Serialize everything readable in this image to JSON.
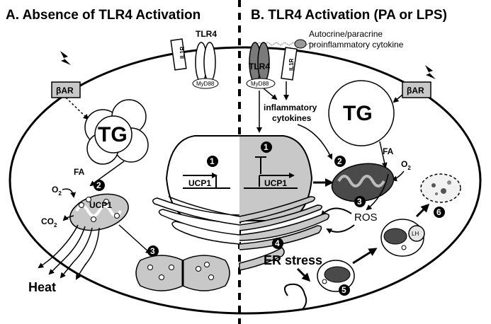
{
  "panel_a": {
    "title": "A. Absence of TLR4 Activation",
    "tlr4": "TLR4",
    "il1r": "IL1R",
    "myd88": "MyD88",
    "bar": "βAR",
    "tg": "TG",
    "fa": "FA",
    "o2": "O",
    "co2": "CO",
    "two": "2",
    "ucp1_mito": "UCP1",
    "ucp1_nucleus": "UCP1",
    "heat": "Heat",
    "step1": "1",
    "step2": "2",
    "step3": "3"
  },
  "panel_b": {
    "title": "B. TLR4 Activation (PA or LPS)",
    "cytokine": "Autocrine/paracrine\nproinflammatory cytokine",
    "cytokine_l1": "Autocrine/paracrine",
    "cytokine_l2": "proinflammatory cytokine",
    "tlr4": "TLR4",
    "il1r": "IL1R",
    "myd88": "MyD88",
    "inflam_l1": "inflammatory",
    "inflam_l2": "cytokines",
    "bar": "βAR",
    "tg": "TG",
    "fa": "FA",
    "o2": "O",
    "two": "2",
    "ucp1_nucleus": "UCP1",
    "ros": "ROS",
    "er_stress": "ER stress",
    "lh": "LH",
    "step1": "1",
    "step2": "2",
    "step3": "3",
    "step4": "4",
    "step5": "5",
    "step6": "6"
  },
  "colors": {
    "gray_fill": "#c8c8c8",
    "mito_fill": "#4a4a4a",
    "receptor_dark": "#7a7a7a",
    "black": "#000000"
  }
}
